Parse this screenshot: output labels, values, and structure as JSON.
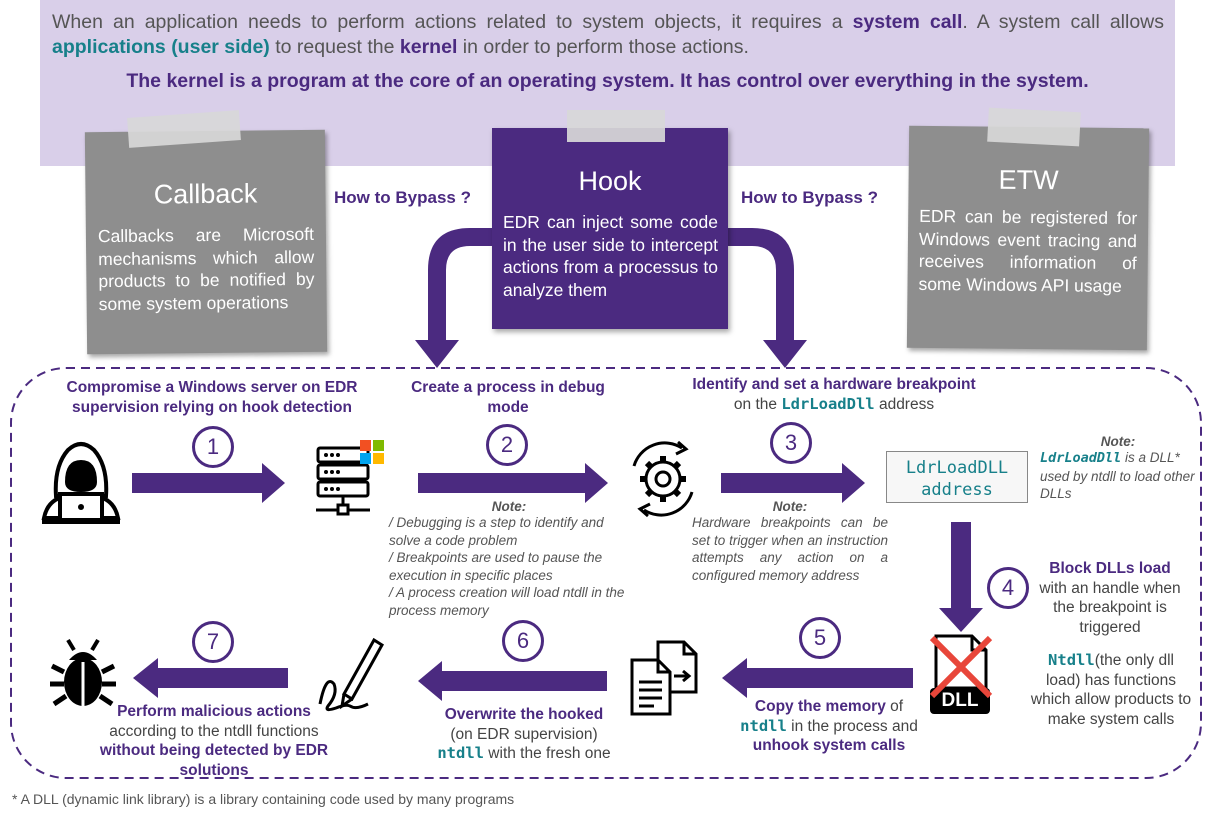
{
  "intro": {
    "p1_a": "When an application needs to perform actions related to system objects, it requires a ",
    "p1_syscall": "system call",
    "p1_b": ". A system call allows ",
    "p1_apps": "applications (user side)",
    "p1_c": " to request the ",
    "p1_kernel": "kernel",
    "p1_d": " in order to perform those actions.",
    "kernel_def": "The kernel is a program at the core of an operating system. It has control over everything in the system."
  },
  "cards": {
    "callback": {
      "title": "Callback",
      "text": "Callbacks are Microsoft mechanisms which allow products to be notified by some system operations"
    },
    "hook": {
      "title": "Hook",
      "text": "EDR can inject some code in the user side to intercept actions from a processus to analyze them"
    },
    "etw": {
      "title": "ETW",
      "text": "EDR can be registered for Windows event tracing and receives information of some Windows API usage"
    }
  },
  "bypass_left": "How to Bypass ?",
  "bypass_right": "How to Bypass ?",
  "steps": {
    "s1": {
      "num": "1",
      "title": "Compromise a Windows server on EDR supervision relying on hook detection"
    },
    "s2": {
      "num": "2",
      "title": "Create a process in debug mode"
    },
    "s3": {
      "num": "3",
      "title": "Identify and set a hardware breakpoint",
      "sub_a": "on the ",
      "code": "LdrLoadDll",
      "sub_b": " address"
    },
    "s4": {
      "num": "4",
      "title": "Block DLLs load",
      "sub": "with an handle when the breakpoint is triggered"
    },
    "s5": {
      "num": "5",
      "t1": "Copy the memory",
      "t2": " of ",
      "code": "ntdll",
      "t3": " in the process and ",
      "t4": "unhook system calls"
    },
    "s6": {
      "num": "6",
      "t1": "Overwrite the hooked",
      "t2": "(on EDR supervision)",
      "code": "ntdll",
      "t3": " with the fresh one"
    },
    "s7": {
      "num": "7",
      "t1": "Perform malicious actions",
      "t2": "according to the ntdll functions ",
      "t3": "without being detected by EDR solutions"
    }
  },
  "notes": {
    "n2": {
      "head": "Note:",
      "l1": "/ Debugging is a step to identify and solve a code problem",
      "l2": "/ Breakpoints are used to pause the execution in specific places",
      "l3": "/ A process creation will load ntdll in the process memory"
    },
    "n3": {
      "head": "Note:",
      "text": "Hardware breakpoints can be set to trigger when an instruction attempts any action on a configured memory address"
    },
    "nldr": {
      "head": "Note:",
      "code": "LdrLoadDll",
      "text": " is a DLL* used by ntdll to load other DLLs"
    }
  },
  "ldr_box": {
    "l1": "LdrLoadDLL",
    "l2": "address"
  },
  "ntdll_note": {
    "code": "Ntdll",
    "text": "(the only dll load) has functions which allow products to make system calls"
  },
  "dll_label": "DLL",
  "footer": "* A DLL (dynamic link library) is a library containing code used by many programs",
  "colors": {
    "purple": "#4b2a80",
    "lavender": "#d9cfe9",
    "gray_card": "#8e8e8e",
    "teal": "#17808a",
    "red_x": "#e8463a"
  },
  "icons": [
    "hacker-icon",
    "server-windows-icon",
    "gear-cycle-icon",
    "dll-blocked-icon",
    "copy-files-icon",
    "pen-signature-icon",
    "bug-icon"
  ]
}
